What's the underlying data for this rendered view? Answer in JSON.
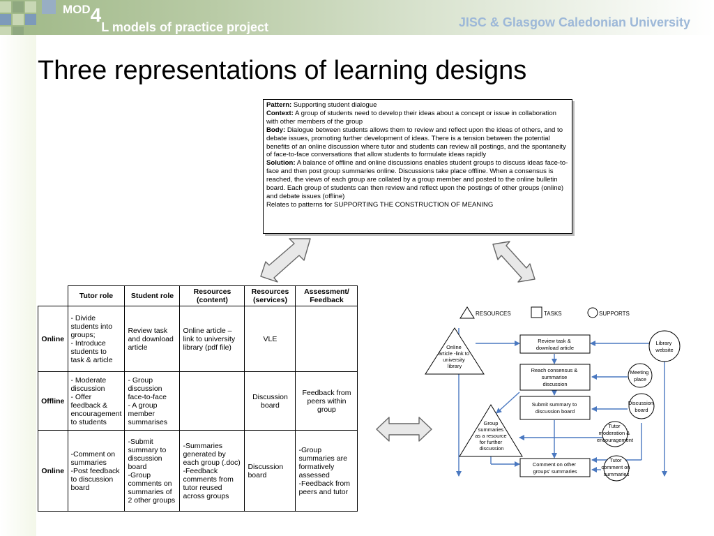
{
  "header": {
    "brand_mod": "MOD",
    "brand_four": "4",
    "brand_rest": "L models of practice project",
    "org": "JISC & Glasgow Caledonian University"
  },
  "title": "Three representations of learning designs",
  "pattern": {
    "pattern_label": "Pattern:",
    "pattern_text": "Supporting student dialogue",
    "context_label": "Context:",
    "context_text": "A group of students need to develop their ideas about a concept or issue in collaboration with other members of the group",
    "body_label": "Body:",
    "body_text": "Dialogue between students allows them to review and reflect upon the ideas of others, and to debate issues, promoting further development of ideas.  There is a tension between the potential benefits of an online discussion where tutor and students can review all postings, and the spontaneity of face-to-face conversations that allow students to formulate ideas rapidly",
    "solution_label": "Solution:",
    "solution_text": "A balance of offline and online discussions enables student groups to discuss ideas face-to-face and then post group summaries online.  Discussions take place offline.  When a consensus is reached, the views of each group are collated by a group member and posted to the online bulletin board.  Each group of students can then review and reflect upon the postings of other groups (online) and debate issues (offline)",
    "relates": "Relates to patterns for SUPPORTING THE CONSTRUCTION OF MEANING"
  },
  "table": {
    "headers": [
      "",
      "Tutor role",
      "Student role",
      "Resources (content)",
      "Resources (services)",
      "Assessment/ Feedback"
    ],
    "rows": [
      [
        "Online",
        "- Divide students into groups;\n- Introduce students to task & article",
        "Review task and download article",
        "Online article – link to university library (pdf file)",
        "VLE",
        ""
      ],
      [
        "Offline",
        "- Moderate discussion\n- Offer feedback & encouragement to students",
        "- Group discussion face-to-face\n- A group member summarises",
        "",
        "Discussion board",
        "Feedback from peers within group"
      ],
      [
        "Online",
        "-Comment on summaries\n-Post feedback to discussion board",
        "-Submit summary to discussion board\n-Group comments on summaries of 2 other groups",
        "-Summaries generated by each group (.doc)\n-Feedback comments from tutor reused across groups",
        "Discussion board",
        "-Group summaries are formatively assessed\n-Feedback from peers and tutor"
      ]
    ]
  },
  "flow": {
    "legend_resources": "RESOURCES",
    "legend_tasks": "TASKS",
    "legend_supports": "SUPPORTS",
    "online_article": [
      "Online",
      "article -link to",
      "university",
      "library"
    ],
    "review_task": [
      "Review task &",
      "download article"
    ],
    "reach_consensus": [
      "Reach consensus &",
      "summarise",
      "discussion"
    ],
    "submit_summary": [
      "Submit summary to",
      "discussion board"
    ],
    "comment_other": [
      "Comment on other",
      "groups' summaries"
    ],
    "library": [
      "Library",
      "website"
    ],
    "meeting": [
      "Meeting",
      "place"
    ],
    "discussion_board": [
      "Discussion",
      "board"
    ],
    "tutor_moderation": [
      "Tutor",
      "moderation &",
      "encouragement"
    ],
    "tutor_comment": [
      "Tutor",
      "comment on",
      "summaries"
    ],
    "group_summaries": [
      "Group",
      "summaries",
      "as a resource",
      "for further",
      "discussion"
    ]
  },
  "colors": {
    "flow_arrow": "#4a78c0",
    "connector_fill": "#e8e8e8",
    "connector_stroke": "#666666"
  }
}
